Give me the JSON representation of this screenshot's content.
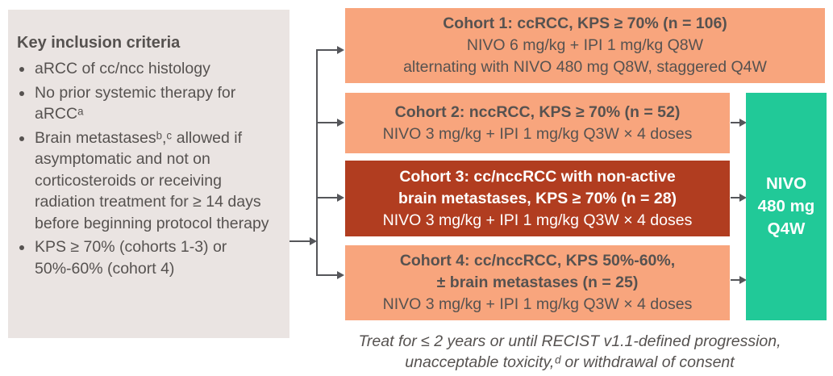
{
  "figure": {
    "type": "clinical-study-design-diagram"
  },
  "colors": {
    "cohort_salmon": "#F8A57D",
    "cohort_brick_red": "#B13D20",
    "maintenance_green": "#21C998",
    "panel_gray": "#EAE4E2",
    "text_dark_gray": "#565250",
    "text_white": "#FFFFFF",
    "connector_gray": "#55565A",
    "background": "#FFFFFF"
  },
  "inclusion_panel": {
    "title": "Key inclusion criteria",
    "bullets": [
      "aRCC of cc/ncc histology",
      "No prior systemic therapy for aRCCᵃ",
      "Brain metastasesᵇ,ᶜ allowed if asymptomatic and not on corticosteroids or receiving radiation treatment for ≥ 14 days before beginning protocol therapy",
      "KPS ≥ 70% (cohorts 1-3) or 50%-60% (cohort 4)"
    ]
  },
  "cohorts": [
    {
      "line1": "Cohort 1: ccRCC, KPS ≥ 70% (n = 106)",
      "line2": "NIVO 6 mg/kg + IPI 1 mg/kg Q8W",
      "line3": "alternating with NIVO 480 mg Q8W, staggered Q4W"
    },
    {
      "line1": "Cohort 2: nccRCC, KPS ≥ 70% (n = 52)",
      "line2": "NIVO 3 mg/kg + IPI 1 mg/kg Q3W × 4 doses"
    },
    {
      "line1": "Cohort 3: cc/nccRCC with non-active",
      "line2": "brain metastases, KPS ≥ 70% (n = 28)",
      "line3": "NIVO 3 mg/kg + IPI 1 mg/kg Q3W × 4 doses"
    },
    {
      "line1": "Cohort 4: cc/nccRCC, KPS 50%-60%,",
      "line2": "± brain metastases (n = 25)",
      "line3": "NIVO 3 mg/kg + IPI 1 mg/kg Q3W × 4 doses"
    }
  ],
  "maintenance_box": {
    "label": "NIVO 480 mg Q4W"
  },
  "footer_note": {
    "line1": "Treat for ≤ 2 years or until RECIST v1.1-defined progression,",
    "line2": "unacceptable toxicity,ᵈ or withdrawal of consent"
  }
}
